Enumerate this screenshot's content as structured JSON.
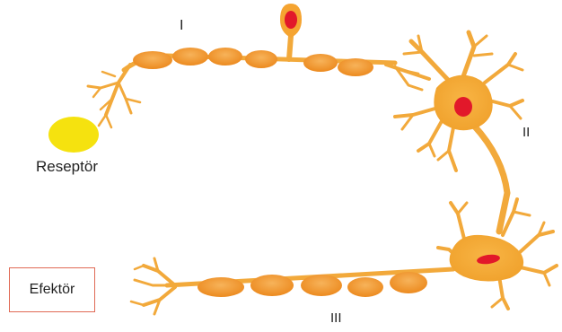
{
  "labels": {
    "neuron_1": "I",
    "neuron_2": "II",
    "neuron_3": "III",
    "receptor": "Reseptör",
    "effector": "Efektör"
  },
  "colors": {
    "dendrite": "#f2a93b",
    "axon_segment": "#f39a2e",
    "cell_body": "#f5a431",
    "nucleus": "#e2182a",
    "receptor": "#f5e20f",
    "effector_border": "#e06a55"
  }
}
